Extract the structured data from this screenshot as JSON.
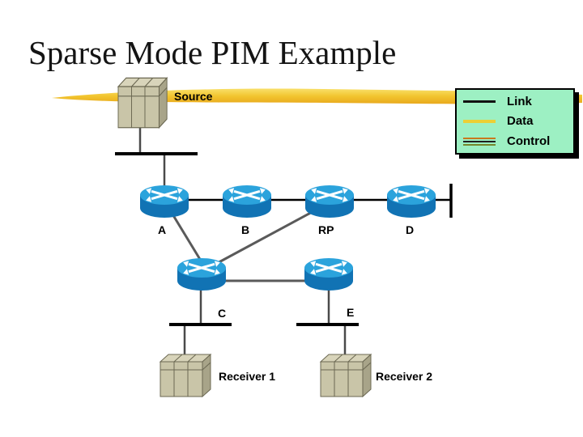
{
  "slide": {
    "title": "Sparse Mode PIM Example",
    "background": "#ffffff"
  },
  "legend": {
    "background": "#9df0c3",
    "border_color": "#000000",
    "items": [
      {
        "label": "Link",
        "color": "#111111"
      },
      {
        "label": "Data",
        "color": "#eccf35"
      },
      {
        "label": "Control",
        "colors": [
          "#c8781e",
          "#1f1f1f",
          "#75862c"
        ]
      }
    ]
  },
  "diagram": {
    "colors": {
      "router_top": "#2ba3dc",
      "router_side": "#1173b4",
      "host_top": "#d8d4ba",
      "host_front": "#c9c5a8",
      "host_side": "#a8a489",
      "host_outline": "#6b6852",
      "stripe_light": "#f9e06a",
      "stripe_mid": "#f2c42e",
      "stripe_dark": "#e8a81d",
      "link_line": "#000000",
      "lan_line": "#000000",
      "branch_line": "#5a5a5a",
      "stem_line": "#4a4a4a"
    },
    "nodes": {
      "source": {
        "label": "Source",
        "type": "host"
      },
      "router_a": {
        "label": "A",
        "type": "router"
      },
      "router_b": {
        "label": "B",
        "type": "router"
      },
      "router_rp": {
        "label": "RP",
        "type": "router"
      },
      "router_d": {
        "label": "D",
        "type": "router"
      },
      "router_c": {
        "label": "C",
        "type": "router"
      },
      "router_e": {
        "label": "E",
        "type": "router"
      },
      "receiver1": {
        "label": "Receiver 1",
        "type": "host"
      },
      "receiver2": {
        "label": "Receiver 2",
        "type": "host"
      }
    }
  }
}
